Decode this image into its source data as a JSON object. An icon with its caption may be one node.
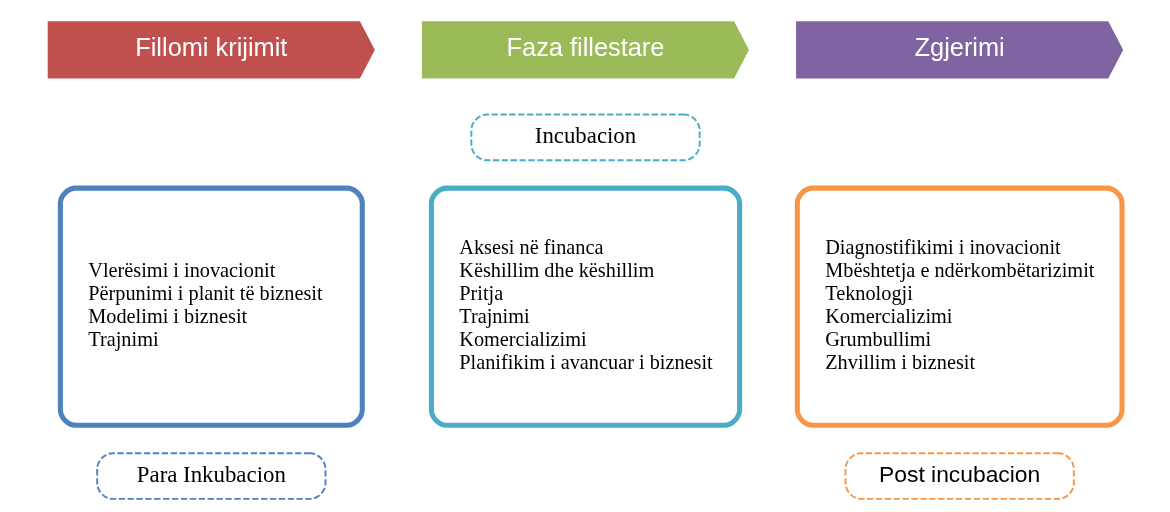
{
  "diagram": {
    "nodes": [
      {
        "text": [
          "Fillomi krijimit"
        ]
      },
      {
        "text": [
          "Faza fillestare"
        ]
      },
      {
        "text": [
          "Zgjerimi"
        ]
      },
      {
        "text": [
          "Vlerësimi i inovacionit",
          "Përpunimi i planit të biznesit",
          "Modelimi i biznesit",
          "Trajnimi"
        ]
      },
      {
        "text": [
          "Para Inkubacion"
        ]
      },
      {
        "text": [
          "Incubacion"
        ]
      },
      {
        "text": [
          "Aksesi në financa",
          "Këshillim dhe këshillim",
          "Pritja",
          "Trajnimi",
          "Komercializimi",
          "Planifikim i avancuar i biznesit"
        ]
      },
      {
        "text": [
          "Diagnostifikimi i inovacionit",
          "Mbështetja e ndërkombëtarizimit",
          "Teknologji",
          "Komercializimi",
          "Grumbullimi",
          "Zhvillim i biznesit"
        ]
      },
      {
        "text": [
          "Post incubacion"
        ]
      }
    ],
    "edges": []
  }
}
